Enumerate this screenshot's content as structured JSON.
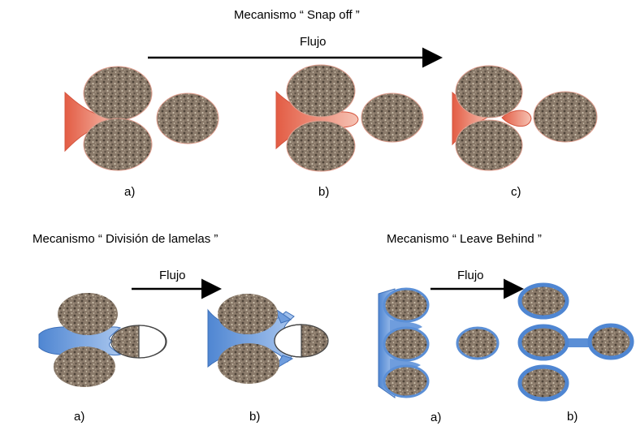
{
  "snap_off": {
    "title": "Mecanismo “ Snap off ”",
    "flow_label": "Flujo",
    "panels": [
      "a)",
      "b)",
      "c)"
    ]
  },
  "lamella_division": {
    "title": "Mecanismo “ División de lamelas ”",
    "flow_label": "Flujo",
    "panels": [
      "a)",
      "b)"
    ]
  },
  "leave_behind": {
    "title": "Mecanismo “ Leave Behind ”",
    "flow_label": "Flujo",
    "panels": [
      "a)",
      "b)"
    ]
  },
  "colors": {
    "grain": "#8a7a6a",
    "grain_speck_dark": "#4e4338",
    "grain_speck_light": "#c9bda9",
    "gas_red": "#e8705a",
    "gas_red_light": "#f6c3b4",
    "gas_blue": "#5b8fd6",
    "gas_blue_light": "#a9c6ee",
    "arrow": "#000000"
  }
}
